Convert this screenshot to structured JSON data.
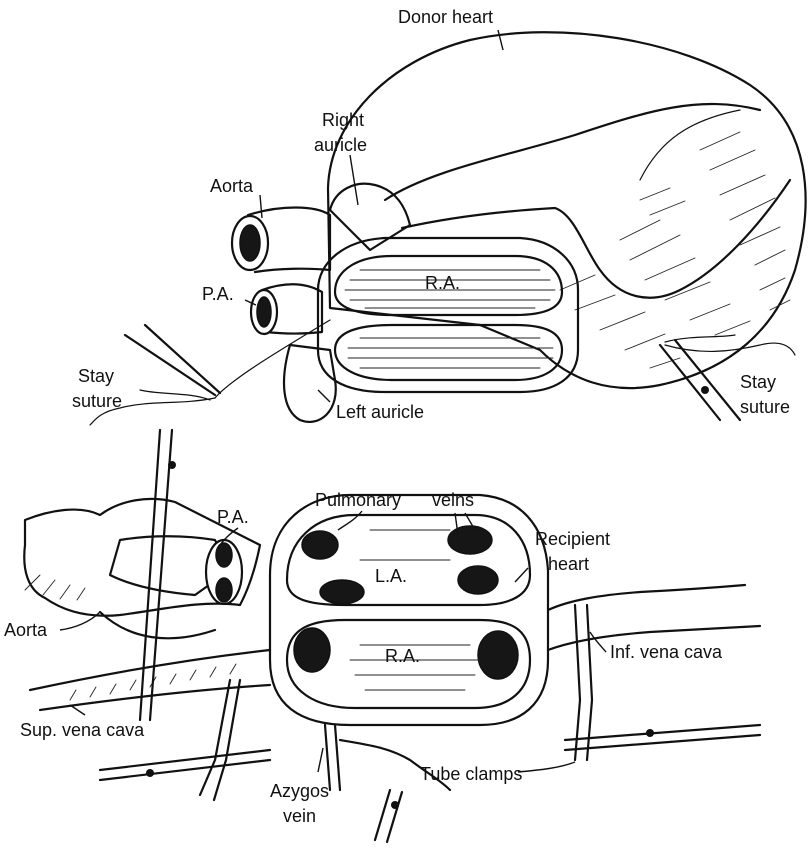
{
  "labels": {
    "donor_heart": "Donor heart",
    "right_auricle_1": "Right",
    "right_auricle_2": "auricle",
    "aorta_top": "Aorta",
    "pa_top": "P.A.",
    "ra_top": "R.A.",
    "stay_suture_left_1": "Stay",
    "stay_suture_left_2": "suture",
    "left_auricle": "Left auricle",
    "stay_suture_right_1": "Stay",
    "stay_suture_right_2": "suture",
    "pulmonary": "Pulmonary",
    "veins": "veins",
    "pa_bottom": "P.A.",
    "recipient_heart_1": "Recipient",
    "recipient_heart_2": "heart",
    "la": "L.A.",
    "aorta_bottom": "Aorta",
    "ra_bottom": "R.A.",
    "inf_vena_cava": "Inf. vena cava",
    "sup_vena_cava": "Sup. vena cava",
    "tube_clamps": "Tube clamps",
    "azygos_vein_1": "Azygos",
    "azygos_vein_2": "vein"
  }
}
